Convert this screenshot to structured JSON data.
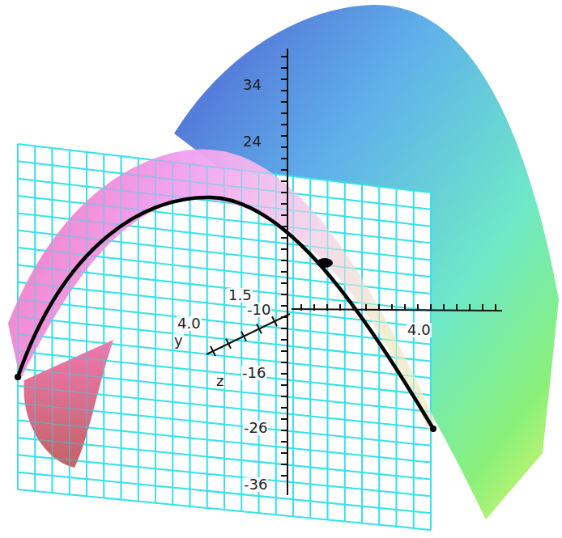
{
  "diagram": {
    "labels": [
      "34",
      "24",
      "1.5",
      "-10",
      "4.0",
      "4.0",
      "y",
      "z",
      "-16",
      "-26",
      "-36"
    ]
  }
}
